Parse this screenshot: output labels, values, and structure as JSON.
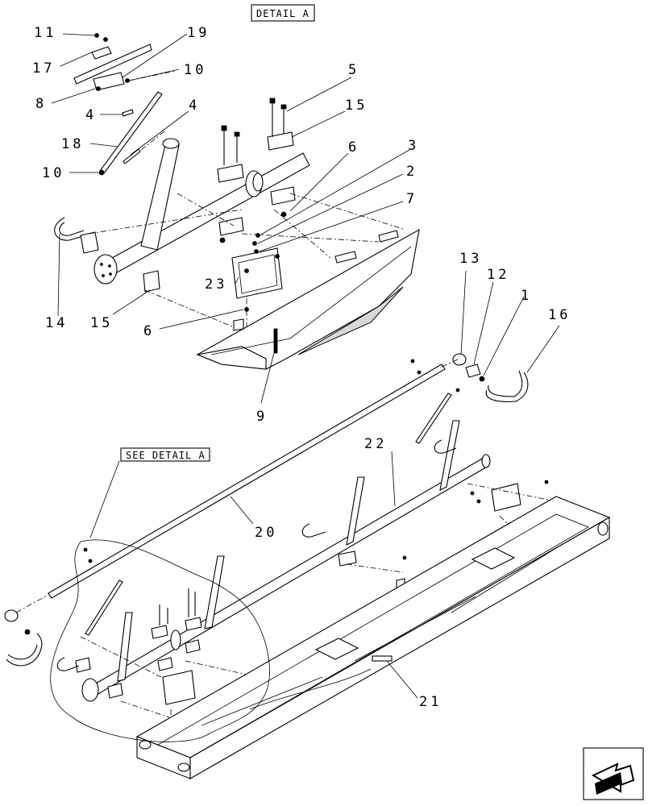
{
  "detail_a": {
    "title": "DETAIL A"
  },
  "see_detail_a": {
    "text": "SEE DETAIL A"
  },
  "callouts": {
    "c11": "11",
    "c19": "19",
    "c17": "17",
    "c10a": "10",
    "c8": "8",
    "c4a": "4",
    "c4b": "4",
    "c18": "18",
    "c10b": "10",
    "c5": "5",
    "c15a": "15",
    "c6a": "6",
    "c3": "3",
    "c2": "2",
    "c7": "7",
    "c23": "23",
    "c14": "14",
    "c15b": "15",
    "c6b": "6",
    "c9": "9",
    "c13": "13",
    "c12": "12",
    "c1": "1",
    "c16": "16",
    "c22": "22",
    "c20": "20",
    "c21": "21"
  },
  "nav_icon": {
    "name": "navigation-arrow-icon"
  }
}
